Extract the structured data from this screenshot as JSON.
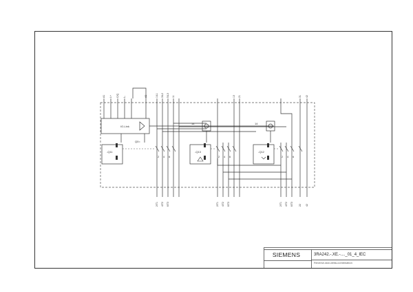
{
  "title_block": {
    "manufacturer": "SIEMENS",
    "drawing_code": "3RA242.-.XE.-...._01_4_IEC",
    "description": "Reverse-star-delta-combination"
  },
  "diagram": {
    "module_label": "IO-Link",
    "module_aux_label": "Q0=",
    "terminals_top": [
      "A1",
      "L+",
      "C/Q",
      "L-",
      "A2",
      "1/L1",
      "3/L2",
      "5/L3",
      "11",
      "13",
      "21",
      "31",
      "42"
    ],
    "terminals_bottom": [
      "2/T1",
      "4/T2",
      "6/T3",
      "2/T1",
      "4/T2",
      "6/T3",
      "2/T1",
      "4/T2",
      "6/T3",
      "22",
      "42"
    ],
    "contactors": [
      {
        "label": "-Q11",
        "pins": [
          "2",
          "4",
          "6"
        ]
      },
      {
        "label": "-Q13",
        "pins": [
          "2",
          "4",
          "6"
        ]
      },
      {
        "label": "-Q12",
        "pins": [
          "2",
          "4",
          "6"
        ]
      }
    ],
    "wire_labels": [
      "14",
      "14"
    ],
    "colors": {
      "line": "#333333",
      "dashed": "#555555"
    }
  }
}
